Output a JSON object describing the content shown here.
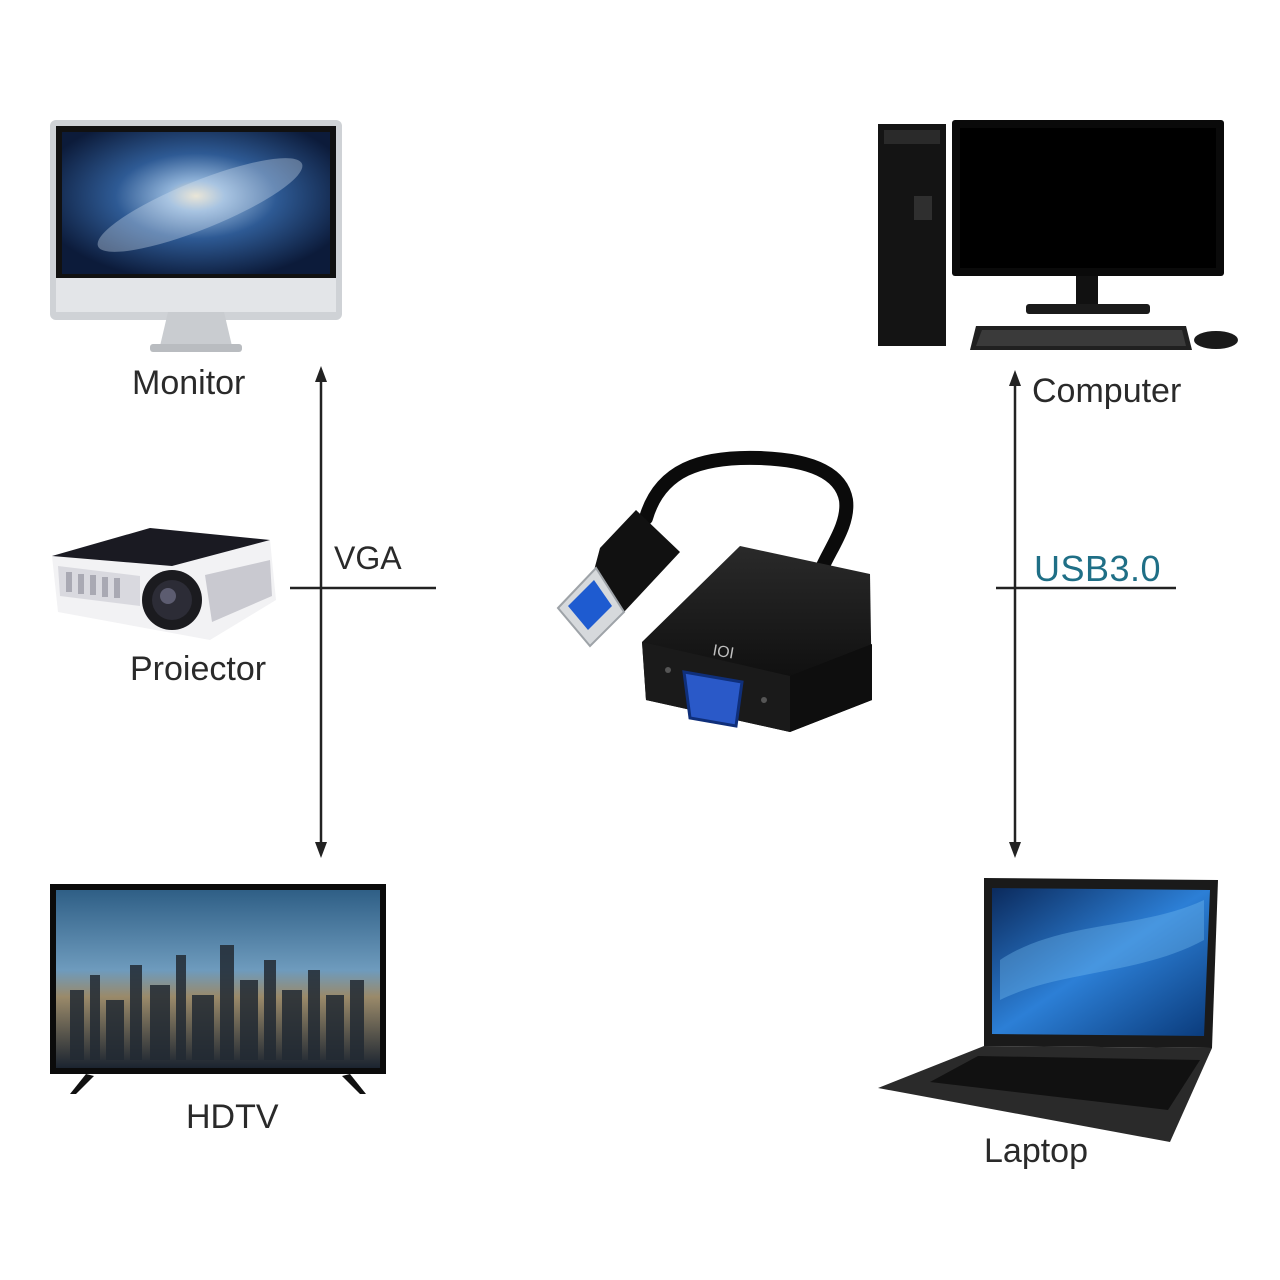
{
  "labels": {
    "monitor": "Monitor",
    "projector": "Proiector",
    "hdtv": "HDTV",
    "computer": "Computer",
    "laptop": "Laptop",
    "vga": "VGA",
    "usb": "USB3.0"
  },
  "colors": {
    "usb_label": "#1f6f86",
    "usb_blue": "#1e5bd0",
    "vga_blue": "#2a59c8",
    "line": "#222222"
  },
  "icons": [
    "monitor-icon",
    "projector-icon",
    "hdtv-icon",
    "computer-icon",
    "laptop-icon",
    "usb-vga-adapter-icon"
  ]
}
